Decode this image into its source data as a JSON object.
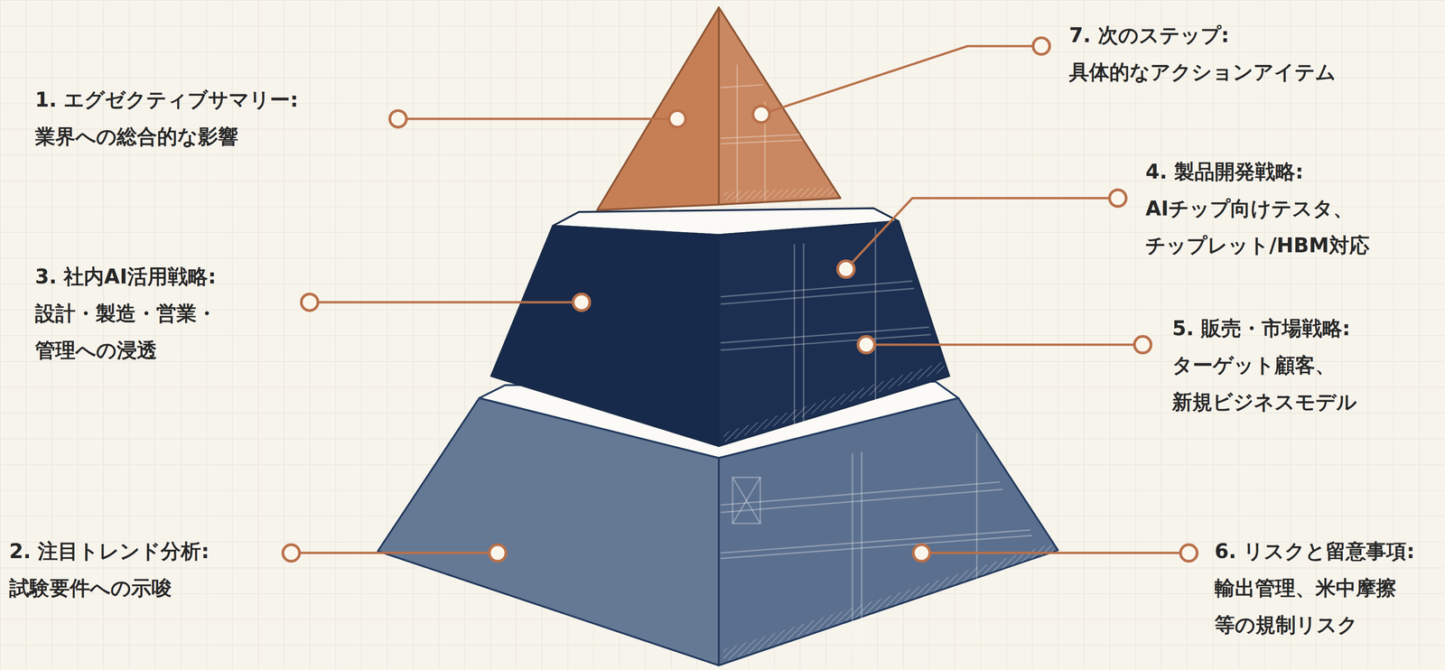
{
  "diagram": {
    "labels": [
      "1. エグゼクティブサマリー:",
      "業界への総合的な影響",
      "2. 注目トレンド分析:",
      "試験要件への示唆",
      "3. 社内AI活用戦略:",
      "設計・製造・営業・ 管理への浸透",
      "4. 製品開発戦略:",
      "AIチップ向けテスタ、 チップレット/HBM対応",
      "5. 販売・市場戦略:",
      "ターゲット顧客、 新規ビジネスモデル",
      "6. リスクと留意事項:",
      "輸出管理、米中摩擦 等の規制リスク",
      "7. 次のステップ:",
      "具体的なアクションアイテム"
    ]
  }
}
